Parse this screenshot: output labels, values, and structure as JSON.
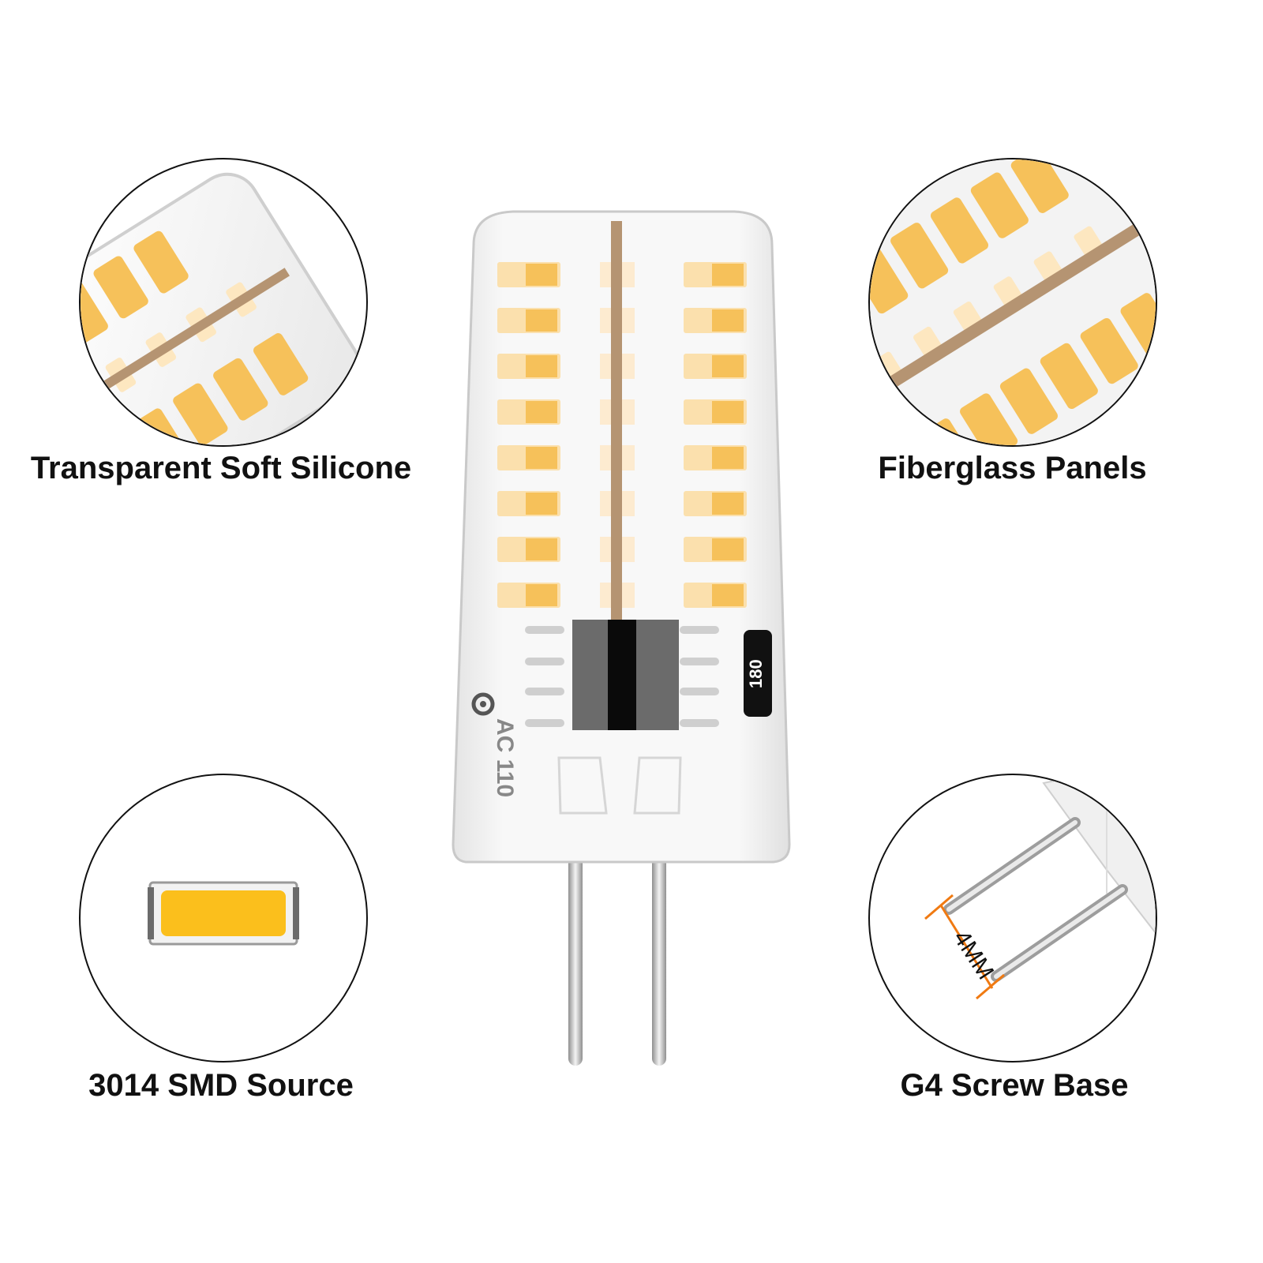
{
  "features": {
    "top_left": {
      "label": "Transparent Soft Silicone"
    },
    "top_right": {
      "label": "Fiberglass Panels"
    },
    "bottom_left": {
      "label": "3014 SMD Source"
    },
    "bottom_right": {
      "label": "G4 Screw Base",
      "dimension": "4MM"
    }
  },
  "bulb": {
    "ic_code": "180",
    "voltage": "AC 110"
  },
  "colors": {
    "led": "#f6c15a",
    "led_light": "#fbe0ad",
    "smd": "#fbbf1c",
    "fiberglass": "#b59472",
    "dimension": "#f07a12",
    "outline": "#111111"
  },
  "icons": [
    "silicone-closeup-icon",
    "fiberglass-closeup-icon",
    "smd-chip-icon",
    "pins-closeup-icon",
    "g4-bulb-icon"
  ]
}
